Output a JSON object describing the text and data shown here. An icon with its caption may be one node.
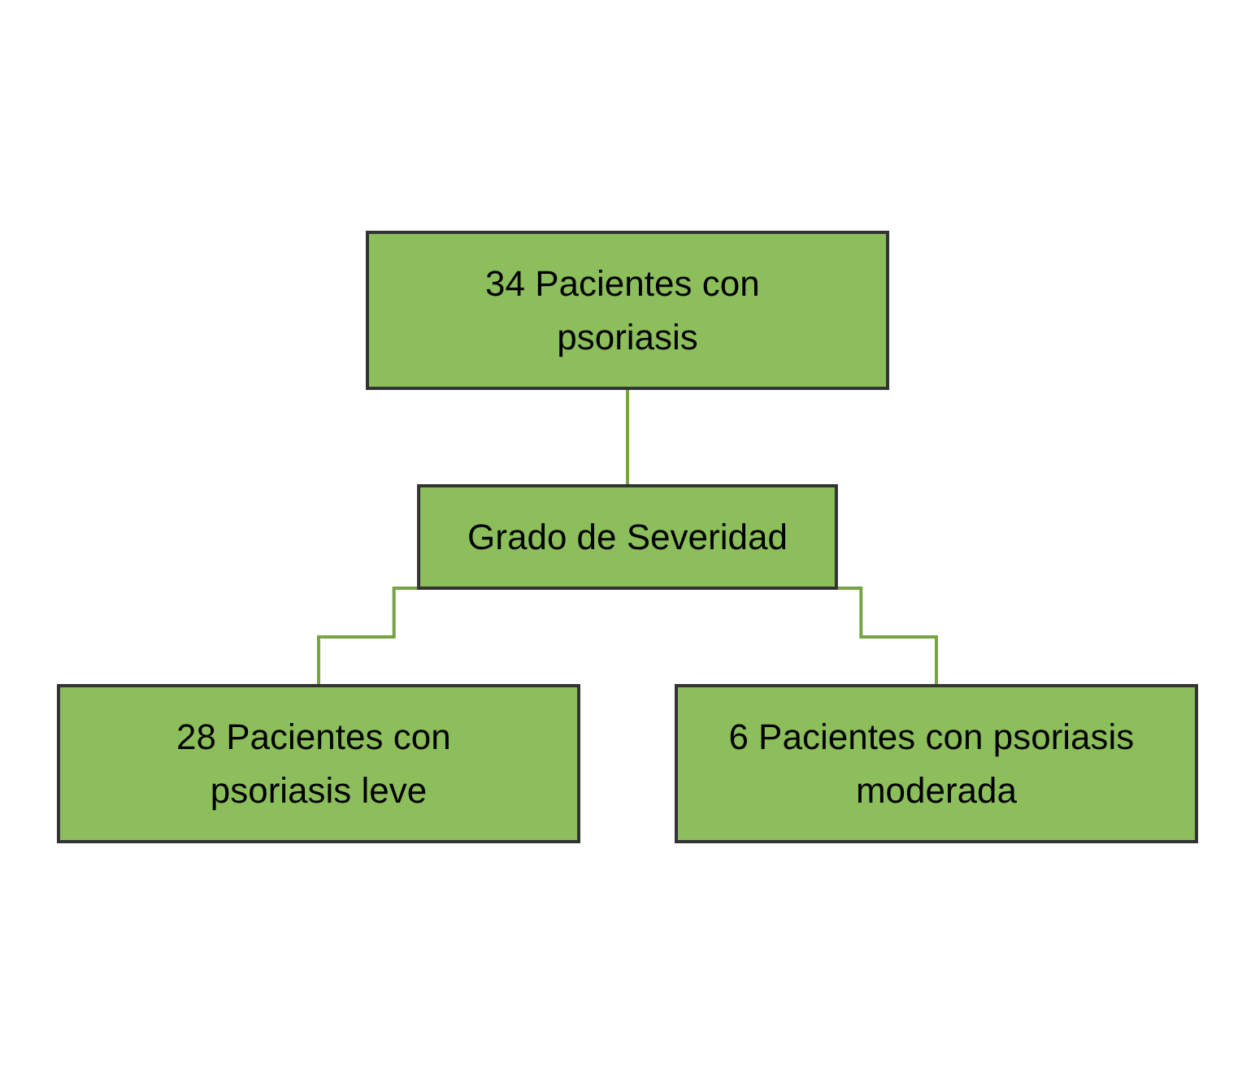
{
  "diagram": {
    "nodes": [
      {
        "text": [
          "34 Pacientes con psoriasis"
        ]
      },
      {
        "text": [
          "Grado de Severidad"
        ]
      },
      {
        "text": [
          "28 Pacientes con psoriasis leve"
        ]
      },
      {
        "text": [
          "6 Pacientes con psoriasis moderada"
        ]
      }
    ],
    "edges": [
      {
        "from": 0,
        "to": 1,
        "arrow": "none"
      },
      {
        "from": 1,
        "to": 2,
        "arrow": "none"
      },
      {
        "from": 1,
        "to": 3,
        "arrow": "none"
      }
    ]
  }
}
